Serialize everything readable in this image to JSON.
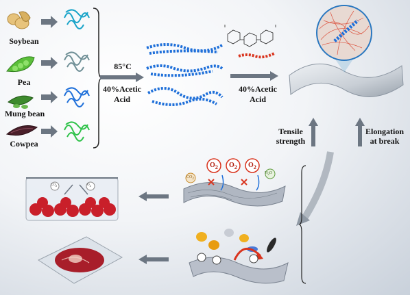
{
  "legumes": [
    {
      "name": "Soybean"
    },
    {
      "name": "Pea"
    },
    {
      "name": "Mung bean"
    },
    {
      "name": "Cowpea"
    }
  ],
  "process": {
    "temperature": "85°C",
    "solvent_1": "40%Acetic Acid",
    "solvent_2": "40%Acetic Acid"
  },
  "film_properties": {
    "tensile": "Tensile strength",
    "elongation": "Elongation at break"
  },
  "gases": {
    "o2": "O",
    "o2_sub": "2",
    "co2": "CO",
    "co2_sub": "2",
    "h2o": "H",
    "h2o_sub": "2",
    "h2o_tail": "O"
  },
  "colors": {
    "protein_blue": "#1e6fd9",
    "protein_gray": "#6f8f96",
    "protein_green": "#2fc24a",
    "chitosan_red": "#d9341e",
    "arrow_gray": "#6c7682"
  }
}
